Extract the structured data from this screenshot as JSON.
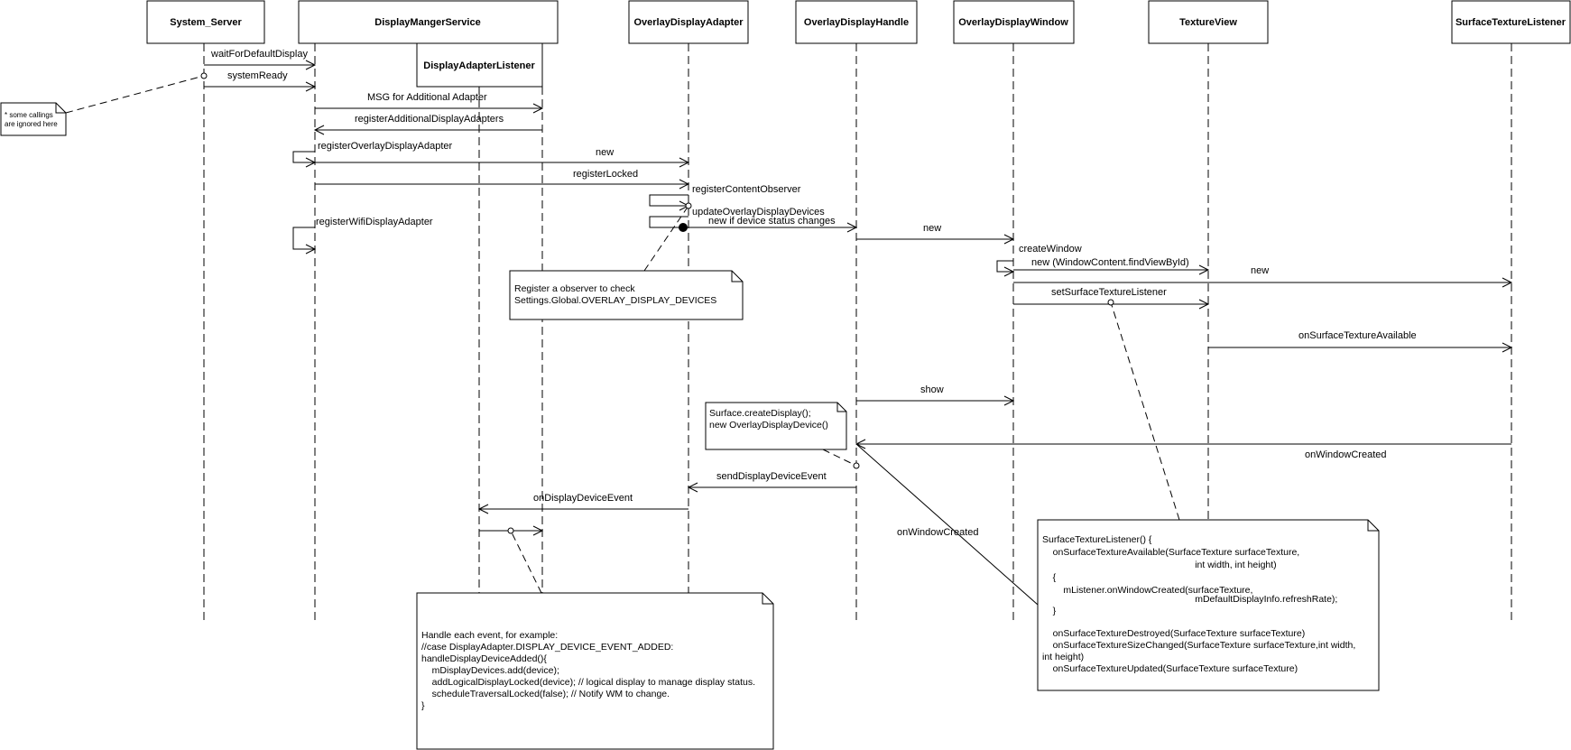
{
  "participants": [
    {
      "key": "system_server",
      "label": "System_Server"
    },
    {
      "key": "dms",
      "label": "DisplayMangerService"
    },
    {
      "key": "dal",
      "label": "DisplayAdapterListener"
    },
    {
      "key": "oda",
      "label": "OverlayDisplayAdapter"
    },
    {
      "key": "odh",
      "label": "OverlayDisplayHandle"
    },
    {
      "key": "odw",
      "label": "OverlayDisplayWindow"
    },
    {
      "key": "tv",
      "label": "TextureView"
    },
    {
      "key": "stl",
      "label": "SurfaceTextureListener"
    }
  ],
  "messages": [
    {
      "label": "waitForDefaultDisplay"
    },
    {
      "label": "systemReady"
    },
    {
      "label": "MSG for Additional Adapter"
    },
    {
      "label": "registerAdditionalDisplayAdapters"
    },
    {
      "label": "registerOverlayDisplayAdapter"
    },
    {
      "label": "new"
    },
    {
      "label": "registerLocked"
    },
    {
      "label": "registerContentObserver"
    },
    {
      "label": "updateOverlayDisplayDevices"
    },
    {
      "label": "new if device status changes"
    },
    {
      "label": "registerWifiDisplayAdapter"
    },
    {
      "label": "new"
    },
    {
      "label": "createWindow"
    },
    {
      "label": "new (WindowContent.findViewById)"
    },
    {
      "label": "new"
    },
    {
      "label": "setSurfaceTextureListener"
    },
    {
      "label": "onSurfaceTextureAvailable"
    },
    {
      "label": "show"
    },
    {
      "label": "onWindowCreated"
    },
    {
      "label": "sendDisplayDeviceEvent"
    },
    {
      "label": "onDisplayDeviceEvent"
    },
    {
      "label": "onWindowCreated"
    }
  ],
  "notes": {
    "ignored": [
      "* some callings",
      "are ignored here"
    ],
    "observer": [
      "Register a observer to check",
      "Settings.Global.OVERLAY_DISPLAY_DEVICES"
    ],
    "create_display": [
      "Surface.createDisplay();",
      "new OverlayDisplayDevice()"
    ],
    "stl_code": [
      "SurfaceTextureListener() {",
      "    onSurfaceTextureAvailable(SurfaceTexture surfaceTexture,",
      "                                                          int width, int height)",
      "    {",
      "        mListener.onWindowCreated(surfaceTexture,",
      "                                                          mDefaultDisplayInfo.refreshRate);",
      "    }",
      "",
      "    onSurfaceTextureDestroyed(SurfaceTexture surfaceTexture)",
      "    onSurfaceTextureSizeChanged(SurfaceTexture surfaceTexture,int width,",
      "int height)",
      "    onSurfaceTextureUpdated(SurfaceTexture surfaceTexture)"
    ],
    "handle_event": [
      "Handle each event, for example:",
      "//case DisplayAdapter.DISPLAY_DEVICE_EVENT_ADDED:",
      "handleDisplayDeviceAdded(){",
      "    mDisplayDevices.add(device);",
      "    addLogicalDisplayLocked(device); // logical display to manage display status.",
      "    scheduleTraversalLocked(false); // Notify WM to change.",
      "}"
    ]
  }
}
